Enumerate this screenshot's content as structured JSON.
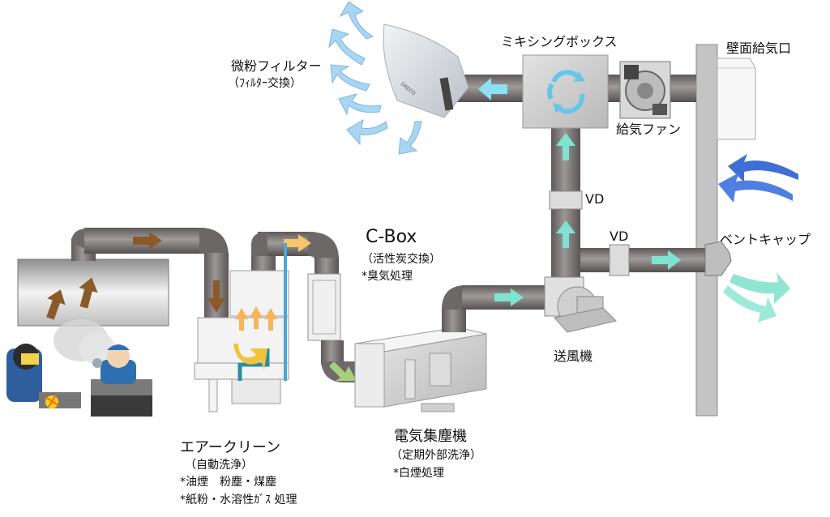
{
  "labels": {
    "fine_filter": "微粉フィルター",
    "fine_filter_sub": "（ﾌｨﾙﾀｰ交換）",
    "mixing_box": "ミキシングボックス",
    "supply_fan": "給気ファン",
    "wall_inlet": "壁面給気口",
    "vd_upper": "VD",
    "vd_lower": "VD",
    "vent_cap": "ベントキャップ",
    "blower": "送風機",
    "cbox_title": "C-Box",
    "cbox_sub1": "（活性炭交換）",
    "cbox_sub2": "*臭気処理",
    "esp_title": "電気集塵機",
    "esp_sub1": "（定期外部洗浄）",
    "esp_sub2": "*白煙処理",
    "aircleaner_title": "エアークリーン",
    "aircleaner_sub1": "（自動洗浄）",
    "aircleaner_sub2": "*油煙　粉塵・煤塵",
    "aircleaner_sub3": "*紙粉・水溶性ｶﾞｽ 処理",
    "bag_logo": "DRECO"
  },
  "colors": {
    "duct": "#7d7777",
    "arrow_brown": "#8a5a2b",
    "arrow_cyan": "#7fe0d0",
    "arrow_blue": "#3a6fd0",
    "arrow_light_blue": "#9fd3f0",
    "arrow_orange": "#f2b04a",
    "wall": "#c8c8c8"
  }
}
